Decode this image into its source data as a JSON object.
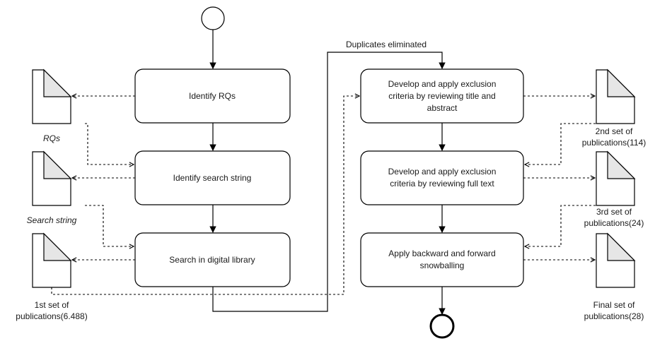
{
  "nodes": {
    "identify_rqs": "Identify RQs",
    "identify_search_string": "Identify search string",
    "search_digital_library": "Search in digital library",
    "exclusion_title_abstract": [
      "Develop and apply exclusion",
      "criteria by reviewing title and",
      "abstract"
    ],
    "exclusion_full_text": [
      "Develop and apply exclusion",
      "criteria by reviewing full text"
    ],
    "snowballing": [
      "Apply backward and forward",
      "snowballing"
    ]
  },
  "documents": {
    "rqs": "RQs",
    "search_string": "Search string",
    "first_set": [
      "1st set of",
      "publications(6.488)"
    ],
    "second_set": [
      "2nd set of",
      "publications(114)"
    ],
    "third_set": [
      "3rd set of",
      "publications(24)"
    ],
    "final_set": [
      "Final set of",
      "publications(28)"
    ]
  },
  "edges": {
    "duplicates": "Duplicates eliminated"
  }
}
